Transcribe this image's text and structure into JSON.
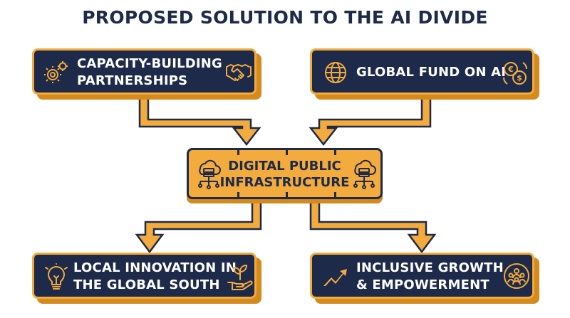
{
  "title": "PROPOSED SOLUTION TO THE AI DIVIDE",
  "nodes": {
    "capacity": {
      "line1": "CAPACITY-BUILDING",
      "line2": "PARTNERSHIPS"
    },
    "fund": {
      "line1": "GLOBAL FUND ON AI"
    },
    "dpi": {
      "line1": "DIGITAL PUBLIC",
      "line2": "INFRASTRUCTURE"
    },
    "local": {
      "line1": "LOCAL INNOVATION IN",
      "line2": "THE GLOBAL SOUTH"
    },
    "growth": {
      "line1": "INCLUSIVE GROWTH",
      "line2": "& EMPOWERMENT"
    }
  },
  "colors": {
    "navy": "#1e2a4a",
    "gold": "#f2ab3c",
    "gold_shadow": "#d48a1c"
  },
  "icons": [
    "gears-icon",
    "handshake-icon",
    "globe-icon",
    "currency-exchange-icon",
    "cloud-server-icon",
    "lightbulb-icon",
    "plant-in-hand-icon",
    "growth-chart-icon",
    "people-group-icon"
  ]
}
